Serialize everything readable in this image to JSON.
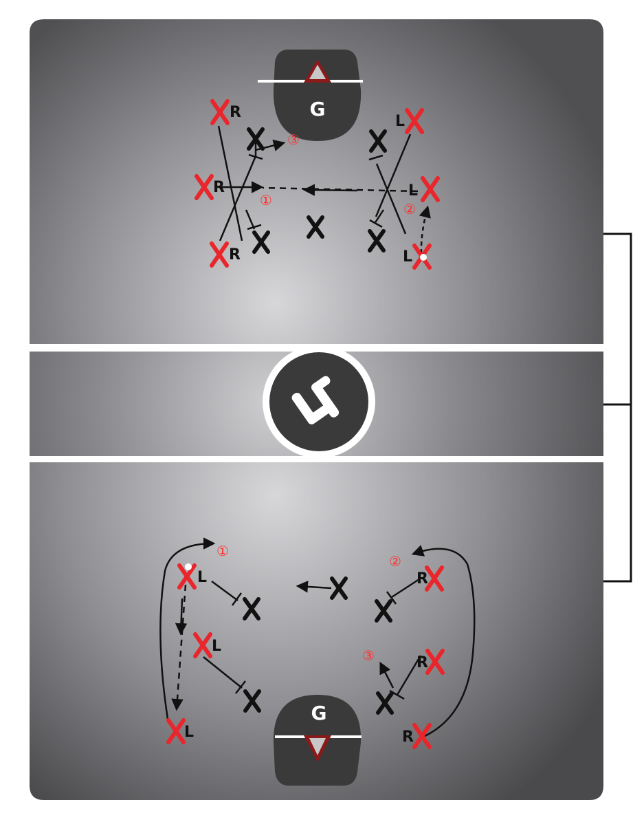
{
  "colors": {
    "field_center": "#d4d4d7",
    "field_edge": "#565659",
    "offense_x": "#e8262b",
    "defense_x": "#111111",
    "number": "#ff2d2d",
    "crease": "#3a3a3a",
    "goal_triangle": "#8b1a1a",
    "line": "#ffffff"
  },
  "top_half": {
    "goal_label": "G",
    "offense": [
      {
        "id": "top-o-left-1",
        "label": "R"
      },
      {
        "id": "top-o-left-2",
        "label": "R"
      },
      {
        "id": "top-o-left-3",
        "label": "R"
      },
      {
        "id": "top-o-right-1",
        "label": "L"
      },
      {
        "id": "top-o-right-2",
        "label": "L"
      },
      {
        "id": "top-o-right-3",
        "label": "L"
      }
    ],
    "numbers": [
      "①",
      "②",
      "③"
    ]
  },
  "center": {
    "logo_text": "lf"
  },
  "bottom_half": {
    "goal_label": "G",
    "offense": [
      {
        "id": "bot-o-left-1",
        "label": "L"
      },
      {
        "id": "bot-o-left-2",
        "label": "L"
      },
      {
        "id": "bot-o-left-3",
        "label": "L"
      },
      {
        "id": "bot-o-right-1",
        "label": "R"
      },
      {
        "id": "bot-o-right-2",
        "label": "R"
      },
      {
        "id": "bot-o-right-3",
        "label": "R"
      }
    ],
    "numbers": [
      "①",
      "②",
      "③"
    ]
  },
  "icons": {
    "offense_player": "red-x-icon",
    "defense_player": "black-x-icon",
    "ball": "ball-icon",
    "goal": "goal-crease-icon",
    "logo": "lacrosse-logo-icon"
  }
}
